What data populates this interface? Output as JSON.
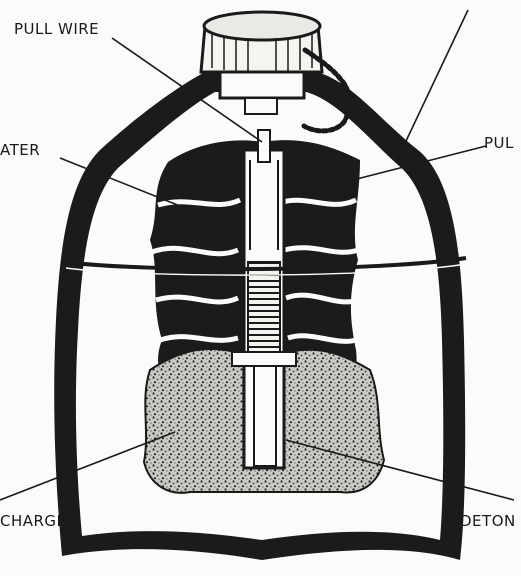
{
  "labels": {
    "pull_wire": "PULL WIRE",
    "water": "ATER",
    "pull": "PUL",
    "charge": "CHARGE",
    "detonator": "DETON"
  },
  "colors": {
    "ink": "#1a1a1a",
    "paper": "#fbfbfa",
    "speckle": "#8a8a85"
  }
}
